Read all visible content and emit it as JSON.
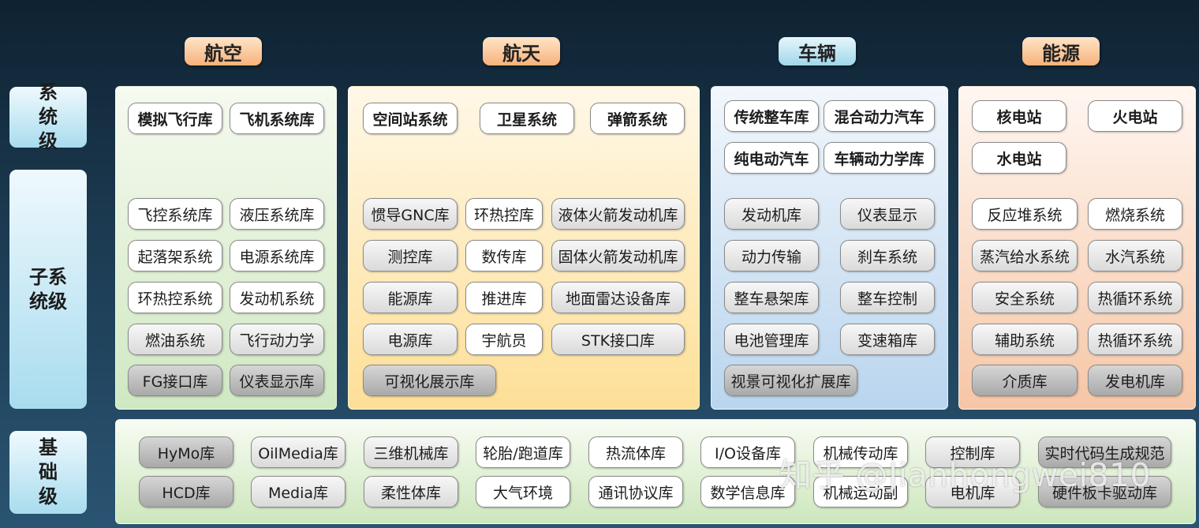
{
  "categories": {
    "aviation": "航空",
    "aerospace": "航天",
    "vehicle": "车辆",
    "energy": "能源"
  },
  "levels": {
    "system": "系统级",
    "subsystem": "子系统级",
    "base": "基础级"
  },
  "aviation": {
    "system": [
      "模拟飞行库",
      "飞机系统库"
    ],
    "subsystem": [
      "飞控系统库",
      "液压系统库",
      "起落架系统",
      "电源系统库",
      "环热控系统",
      "发动机系统",
      "燃油系统",
      "飞行动力学",
      "FG接口库",
      "仪表显示库"
    ]
  },
  "aerospace": {
    "system": [
      "空间站系统",
      "卫星系统",
      "弹箭系统"
    ],
    "subsystem": [
      "惯导GNC库",
      "环热控库",
      "液体火箭发动机库",
      "测控库",
      "数传库",
      "固体火箭发动机库",
      "能源库",
      "推进库",
      "地面雷达设备库",
      "电源库",
      "宇航员",
      "STK接口库",
      "可视化展示库"
    ]
  },
  "vehicle": {
    "system": [
      "传统整车库",
      "混合动力汽车",
      "纯电动汽车",
      "车辆动力学库"
    ],
    "subsystem": [
      "发动机库",
      "仪表显示",
      "动力传输",
      "刹车系统",
      "整车悬架库",
      "整车控制",
      "电池管理库",
      "变速箱库",
      "视景可视化扩展库"
    ]
  },
  "energy": {
    "system": [
      "核电站",
      "火电站",
      "水电站"
    ],
    "subsystem": [
      "反应堆系统",
      "燃烧系统",
      "蒸汽给水系统",
      "水汽系统",
      "安全系统",
      "热循环系统",
      "辅助系统",
      "热循环系统",
      "介质库",
      "发电机库"
    ]
  },
  "base": {
    "row1": [
      "HyMo库",
      "OilMedia库",
      "三维机械库",
      "轮胎/跑道库",
      "热流体库",
      "I/O设备库",
      "机械传动库",
      "控制库",
      "实时代码生成规范"
    ],
    "row2": [
      "HCD库",
      "Media库",
      "柔性体库",
      "大气环境",
      "通讯协议库",
      "数学信息库",
      "机械运动副",
      "电机库",
      "硬件板卡驱动库"
    ]
  },
  "watermark": "知乎 @Jianhongwei810"
}
